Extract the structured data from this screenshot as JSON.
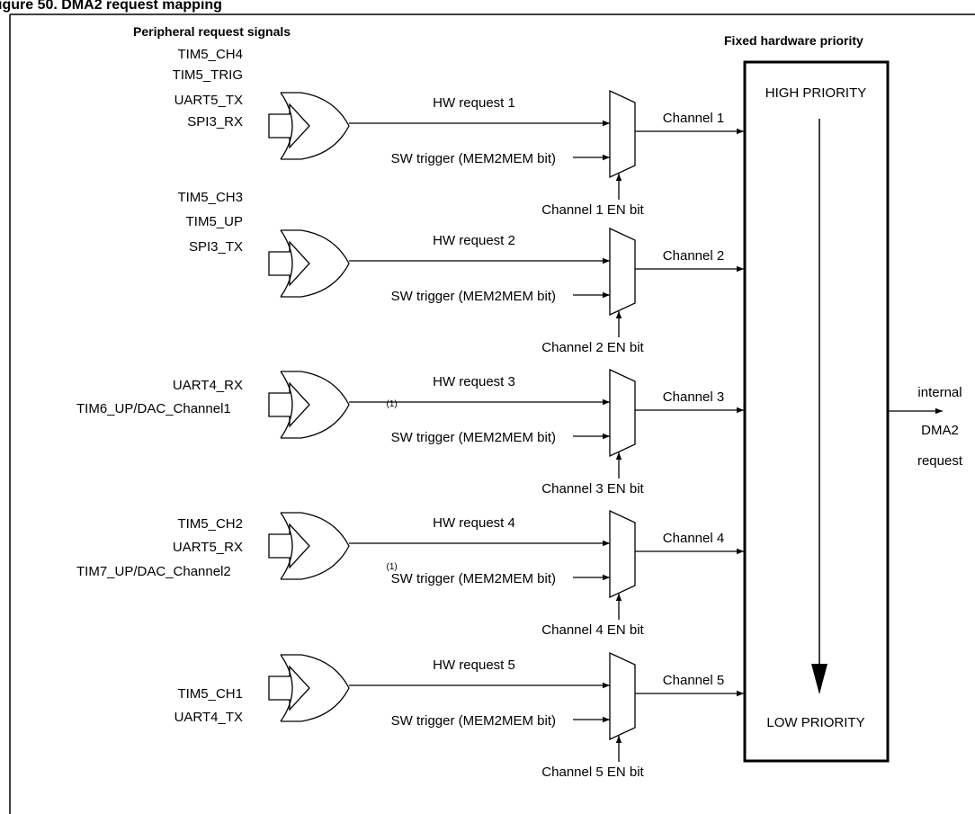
{
  "title_partial": "igure 50.  DMA2 request mapping",
  "header_left": "Peripheral request signals",
  "header_right": "Fixed hardware priority",
  "priority_high": "HIGH PRIORITY",
  "priority_low": "LOW PRIORITY",
  "output": {
    "line1": "internal",
    "line2": "DMA2",
    "line3": "request"
  },
  "footnote_marker": "(1)",
  "groups": [
    {
      "signals": [
        "TIM5_CH4",
        "TIM5_TRIG",
        "UART5_TX",
        "SPI3_RX"
      ],
      "signal_sup": [
        null,
        null,
        null,
        null
      ],
      "hw_request": "HW request 1",
      "sw_trigger": "SW trigger (MEM2MEM bit)",
      "channel": "Channel 1",
      "en_bit": "Channel 1 EN bit"
    },
    {
      "signals": [
        "TIM5_CH3",
        "TIM5_UP",
        "SPI3_TX"
      ],
      "signal_sup": [
        null,
        null,
        null
      ],
      "hw_request": "HW request 2",
      "sw_trigger": "SW trigger (MEM2MEM bit)",
      "channel": "Channel 2",
      "en_bit": "Channel 2 EN bit"
    },
    {
      "signals": [
        "UART4_RX",
        "TIM6_UP/DAC_Channel1"
      ],
      "signal_sup": [
        null,
        "(1)"
      ],
      "hw_request": "HW request 3",
      "sw_trigger": "SW trigger (MEM2MEM bit)",
      "channel": "Channel 3",
      "en_bit": "Channel 3 EN bit"
    },
    {
      "signals": [
        "TIM5_CH2",
        "UART5_RX",
        "TIM7_UP/DAC_Channel2"
      ],
      "signal_sup": [
        null,
        null,
        "(1)"
      ],
      "hw_request": "HW request 4",
      "sw_trigger": "SW trigger (MEM2MEM bit)",
      "channel": "Channel 4",
      "en_bit": "Channel 4 EN bit"
    },
    {
      "signals": [
        "TIM5_CH1",
        "UART4_TX"
      ],
      "signal_sup": [
        null,
        null
      ],
      "hw_request": "HW request 5",
      "sw_trigger": "SW trigger (MEM2MEM bit)",
      "channel": "Channel 5",
      "en_bit": "Channel 5 EN bit"
    }
  ]
}
